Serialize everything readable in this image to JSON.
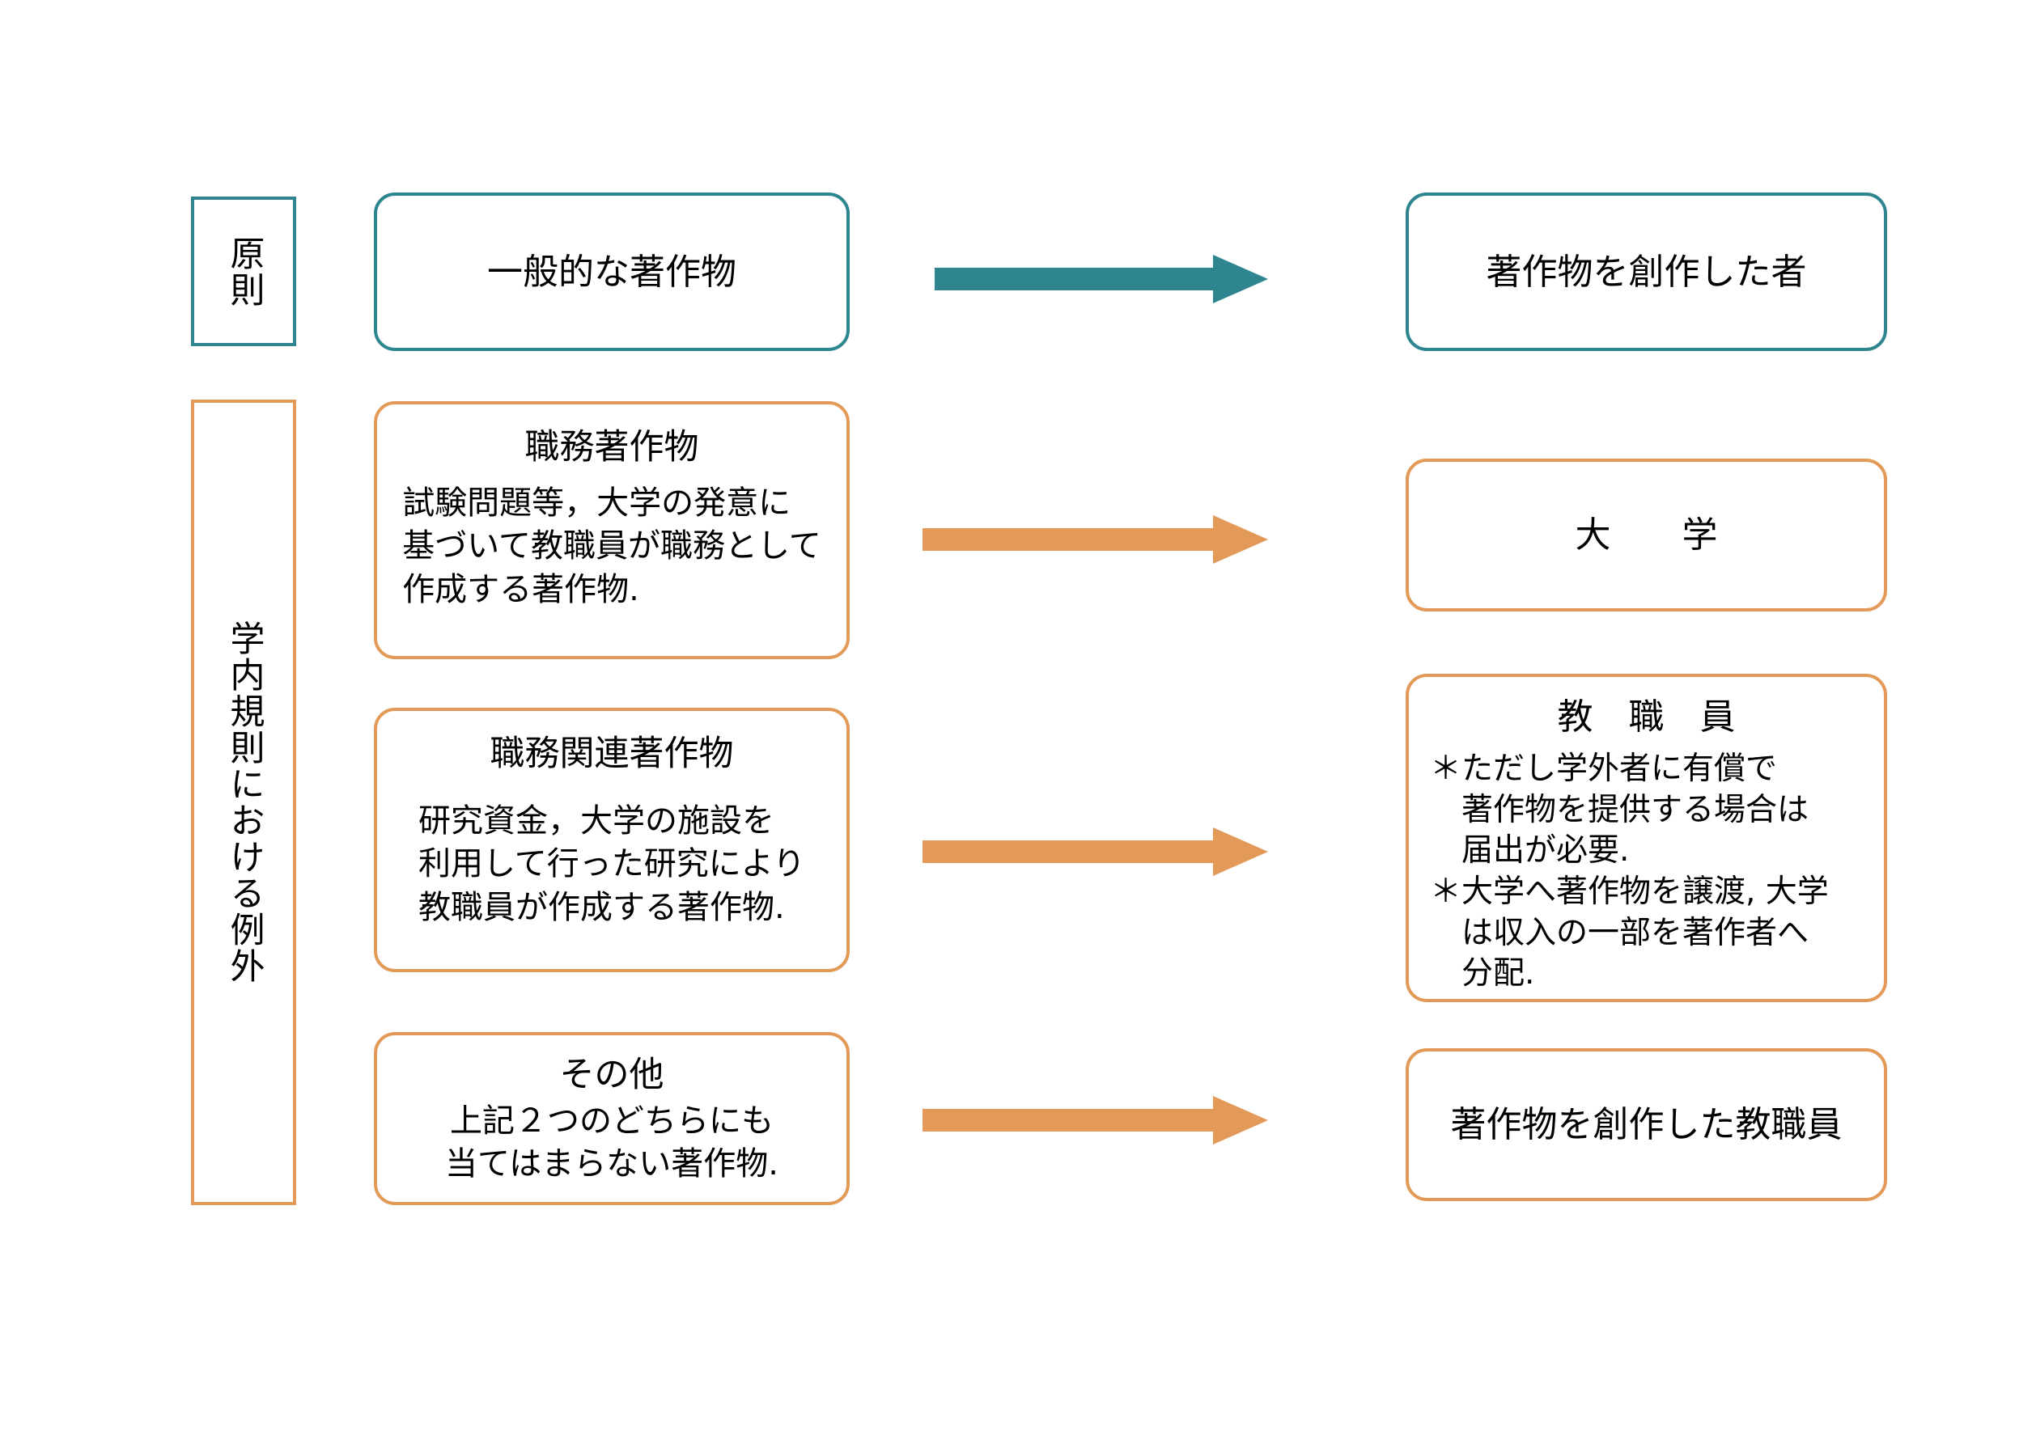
{
  "diagram": {
    "title_not_shown": "",
    "colors": {
      "teal": "#2E8590",
      "orange": "#E39A59",
      "text": "#000000",
      "background": "#FFFFFF"
    },
    "groups": [
      {
        "id": "principle",
        "label": "原則",
        "color": "#2E8590"
      },
      {
        "id": "exception",
        "label": "学内規則における例外",
        "color": "#E39A59"
      }
    ],
    "rows": [
      {
        "id": "general-work",
        "color": "#2E8590",
        "left": {
          "title": "一般的な著作物",
          "body": ""
        },
        "arrow": "arrow-right",
        "right": {
          "title": "著作物を創作した者",
          "notes": ""
        }
      },
      {
        "id": "work-for-hire",
        "color": "#E39A59",
        "left": {
          "title": "職務著作物",
          "body": "試験問題等，大学の発意に\n基づいて教職員が職務として\n作成する著作物."
        },
        "arrow": "arrow-right",
        "right": {
          "title": "大　　学",
          "notes": ""
        }
      },
      {
        "id": "work-related",
        "color": "#E39A59",
        "left": {
          "title": "職務関連著作物",
          "body": "研究資金，大学の施設を\n利用して行った研究により\n教職員が作成する著作物."
        },
        "arrow": "arrow-right",
        "right": {
          "title": "教　職　員",
          "notes": "＊ただし学外者に有償で\n　著作物を提供する場合は\n　届出が必要.\n＊大学へ著作物を譲渡, 大学\n　は収入の一部を著作者へ\n　分配."
        }
      },
      {
        "id": "other",
        "color": "#E39A59",
        "left": {
          "title": "その他",
          "body": "上記２つのどちらにも\n当てはまらない著作物."
        },
        "arrow": "arrow-right",
        "right": {
          "title": "著作物を創作した教職員",
          "notes": ""
        }
      }
    ]
  }
}
